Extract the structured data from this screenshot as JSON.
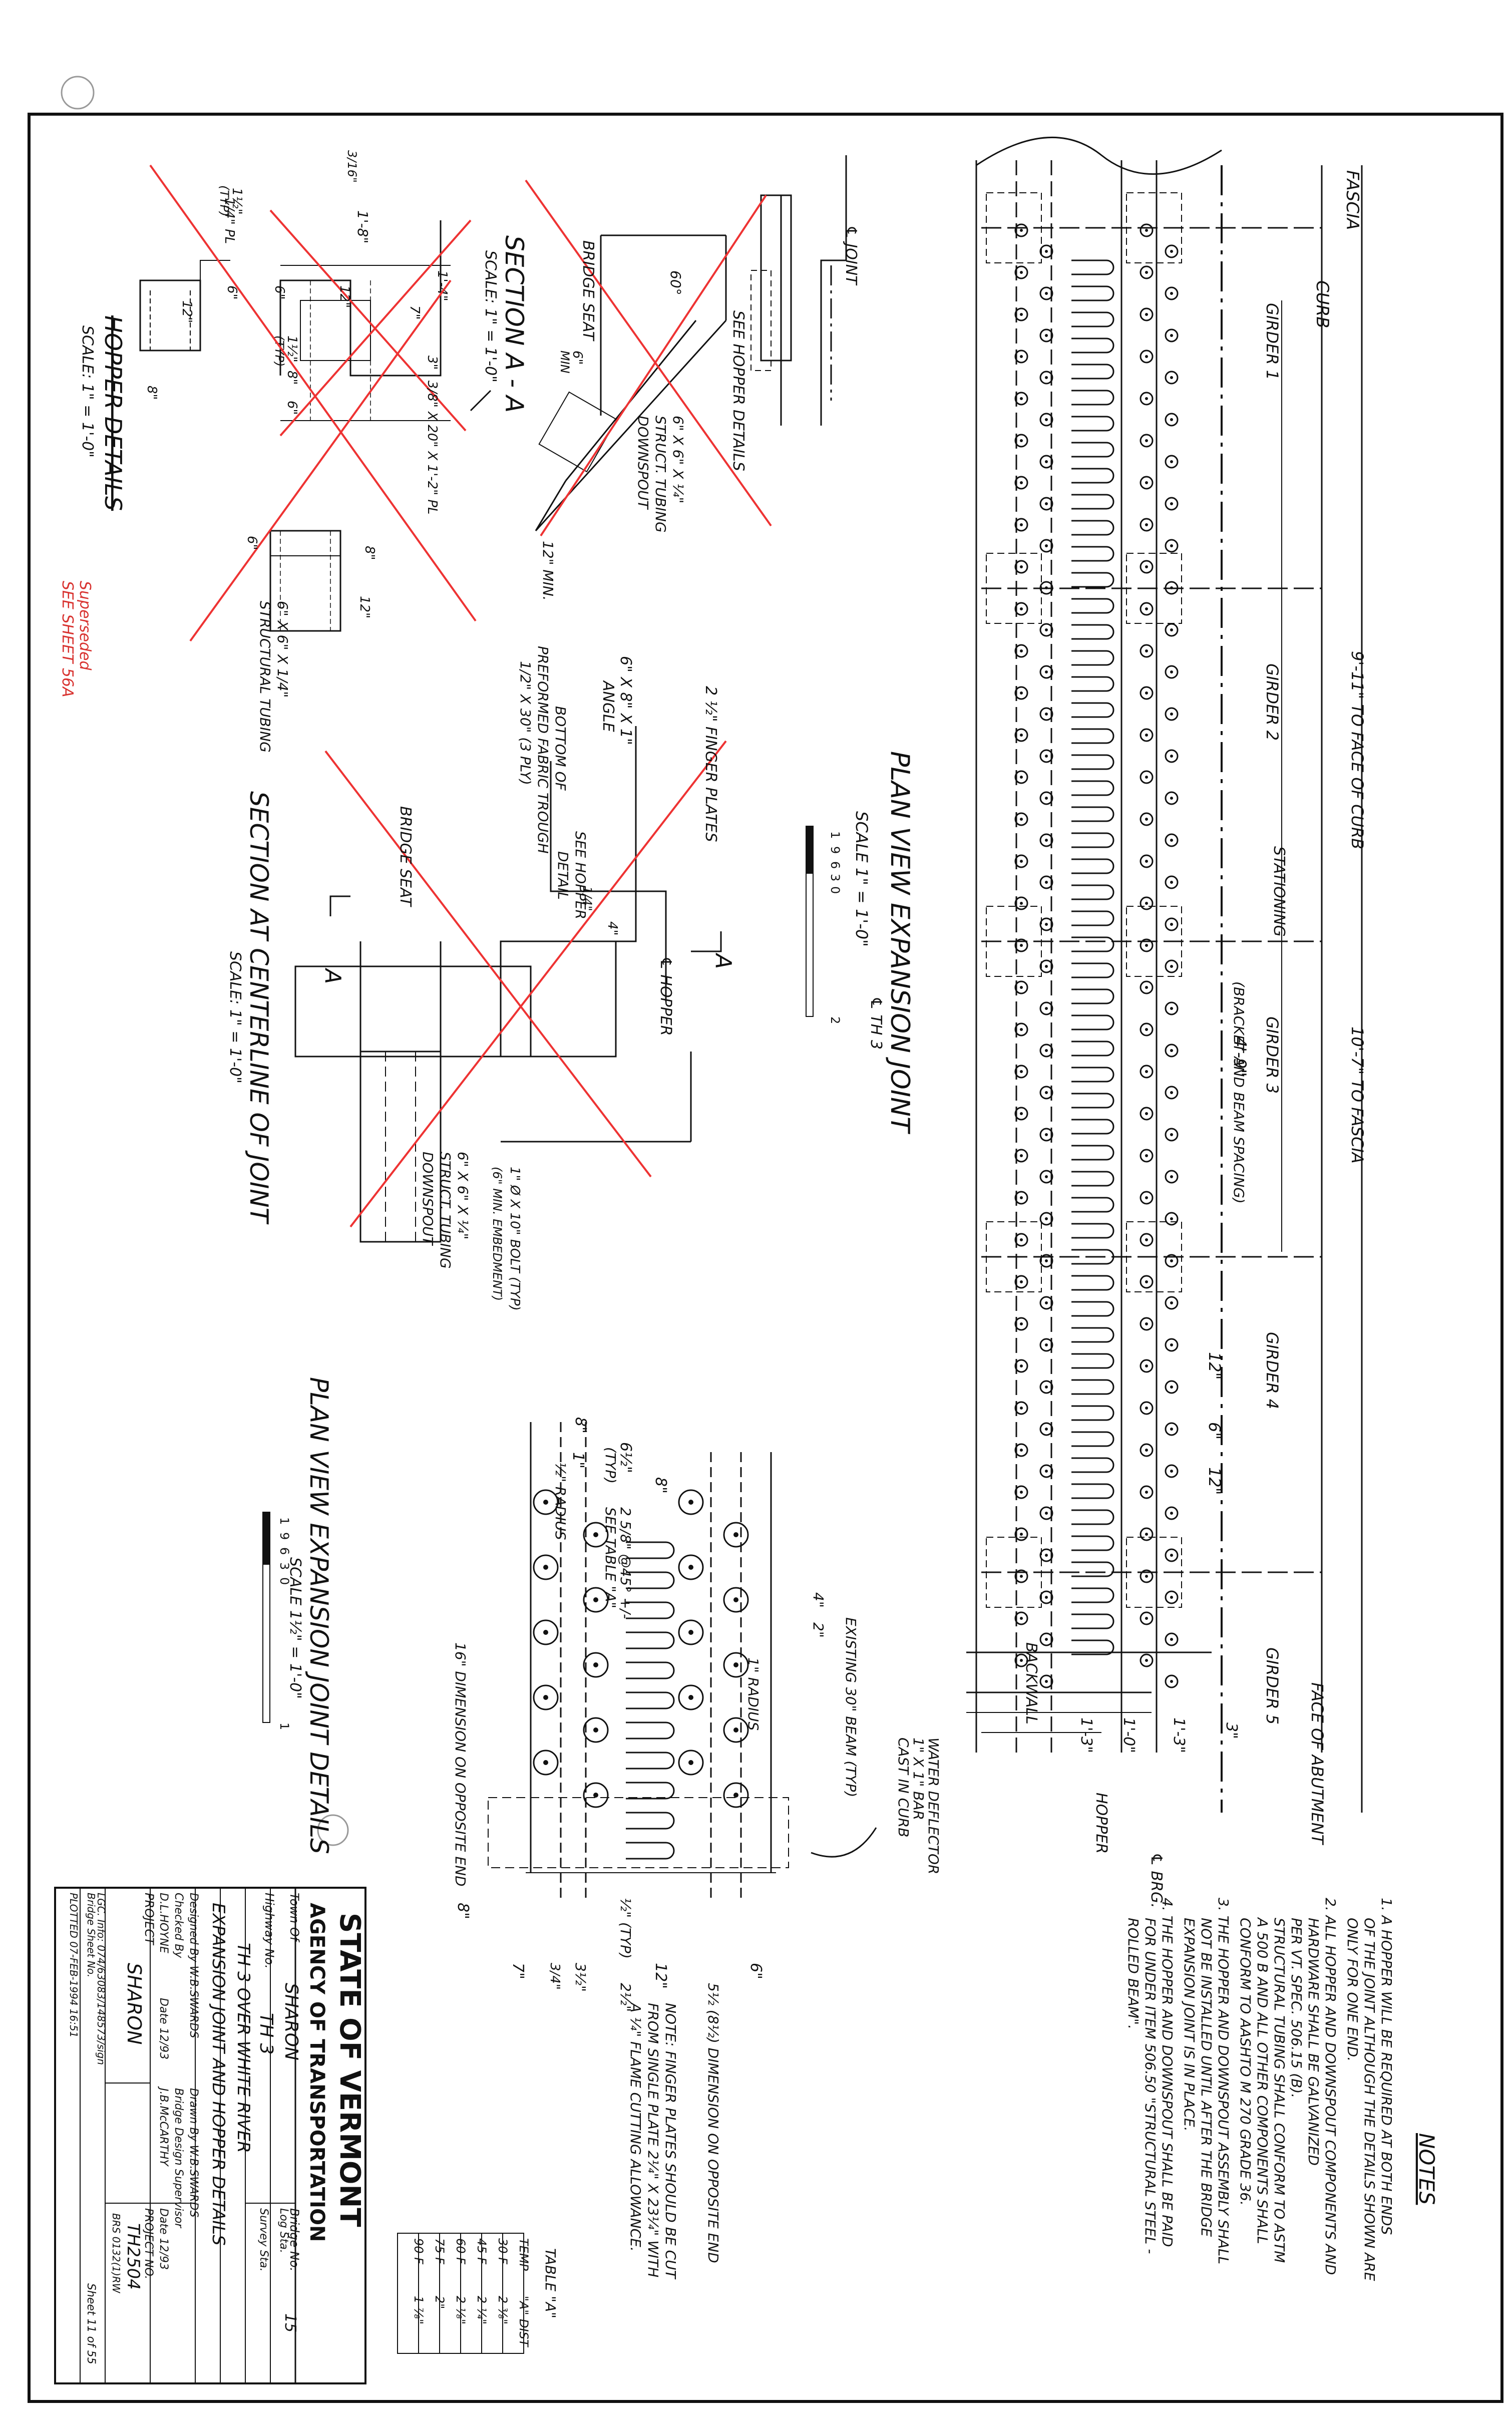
{
  "notes": {
    "title": "NOTES",
    "items": [
      [
        "1. A HOPPER WILL BE REQUIRED AT BOTH ENDS",
        "OF THE JOINT ALTHOUGH THE DETAILS SHOWN ARE",
        "ONLY FOR ONE END."
      ],
      [
        "2. ALL HOPPER AND DOWNSPOUT COMPONENTS AND",
        "HARDWARE SHALL BE GALVANIZED",
        "PER VT. SPEC. 506.15 (B).",
        "STRUCTURAL TUBING SHALL CONFORM TO ASTM",
        "A 500 B AND ALL OTHER COMPONENTS SHALL",
        "CONFORM TO AASHTO M 270 GRADE 36."
      ],
      [
        "3. THE HOPPER AND DOWNSPOUT ASSEMBLY SHALL",
        "NOT BE INSTALLED UNTIL AFTER THE BRIDGE",
        "EXPANSION JOINT IS IN PLACE."
      ],
      [
        "4. THE HOPPER AND DOWNSPOUT SHALL BE PAID",
        "FOR UNDER ITEM 506.50 \"STRUCTURAL STEEL -",
        "ROLLED BEAM\"."
      ]
    ]
  },
  "plan": {
    "title": "PLAN VIEW EXPANSION JOINT",
    "scale": "SCALE 1\" = 1'-0\"",
    "bar_labels": [
      "1",
      "9",
      "6",
      "3",
      "0",
      "2"
    ],
    "girders": [
      "GIRDER 1",
      "GIRDER 2",
      "GIRDER 3",
      "GIRDER 4",
      "GIRDER 5"
    ],
    "fascia": "FASCIA",
    "curb": "CURB",
    "dim_curb": "9'-11\" TO FACE OF CURB",
    "dim_fascia": "10'-7\" TO FASCIA",
    "stationing": "STATIONING",
    "cl_th3": "℄ TH 3",
    "spacing": "4'-9\"",
    "spacing_note": "(BRACKET AND BEAM SPACING)",
    "dim_12a": "12\"",
    "dim_6": "6\"",
    "dim_12b": "12\"",
    "backwall": "BACKWALL",
    "face_abut": "FACE OF ABUTMENT",
    "d1": "1'-3\"",
    "d2": "1'-0\"",
    "d3": "1'-3\"",
    "d4": "3\"",
    "hopper": "HOPPER",
    "brg": "℄ BRG."
  },
  "detail": {
    "title": "PLAN VIEW EXPANSION JOINT DETAILS",
    "scale": "SCALE 1½\" = 1'-0\"",
    "bar_labels": [
      "1",
      "9",
      "6",
      "3",
      "0",
      "1"
    ],
    "d_8": "8\"",
    "d_1": "1\"",
    "d_612": "6½\"",
    "d_typ": "(TYP)",
    "r_half": "½\" RADIUS",
    "angle": "2 5/8\" @45° +/-",
    "see_table": "SEE TABLE \"A\"",
    "d_8b": "8\"",
    "d_4": "4\"",
    "d_2": "2\"",
    "r_one": "1\" RADIUS",
    "existing": "EXISTING 30\" BEAM (TYP)",
    "deflector1": "WATER DEFLECTOR",
    "deflector2": "1\" X 1\" BAR",
    "deflector3": "CAST IN CURB",
    "dim_opp": "16\" DIMENSION ON OPPOSITE END",
    "d_8c": "8\"",
    "d_7": "7\"",
    "d_34": "3/4\"",
    "d_312": "3½\"",
    "d_12": "12\"",
    "d_6": "6\"",
    "d_half": "½\" (TYP)",
    "d_212": "2½\"",
    "dim_opp2": "5½ (8½) DIMENSION ON OPPOSITE END",
    "note1": "NOTE: FINGER PLATES SHOULD BE CUT",
    "note2": "FROM SINGLE PLATE 2¼\" X 23¼\" WITH",
    "note3": "A ¼\" FLAME CUTTING ALLOWANCE."
  },
  "table_a": {
    "title": "TABLE \"A\"",
    "headers": [
      "TEMP",
      "\"A\" DIST"
    ],
    "rows": [
      [
        "30 F",
        "2 ⅜\""
      ],
      [
        "45 F",
        "2 ¼\""
      ],
      [
        "60 F",
        "2 ⅛\""
      ],
      [
        "75 F",
        "2\""
      ],
      [
        "90 F",
        "1 ⅞\""
      ]
    ]
  },
  "section_cl": {
    "title": "SECTION AT CENTERLINE OF JOINT",
    "scale": "SCALE: 1\" = 1'-0\"",
    "finger": "2 ½\" FINGER PLATES",
    "hopper": "℄ HOPPER",
    "angle1": "6\" X 8\" X 1\"",
    "angle2": "ANGLE",
    "fabric1": "BOTTOM OF",
    "fabric2": "PREFORMED FABRIC TROUGH",
    "fabric3": "1/2\" X 30\" (3 PLY)",
    "see1": "SEE HOPPER",
    "see2": "DETAIL",
    "seat": "BRIDGE SEAT",
    "bolt1": "1\" Ø X 10\" BOLT (TYP)",
    "bolt2": "(6\" MIN. EMBEDMENT)",
    "tube1": "6\" X 6\" X ¼\"",
    "tube2": "STRUCT. TUBING",
    "tube3": "DOWNSPOUT",
    "a_top": "A",
    "a_bot": "A",
    "d_quarter": "1/4\"",
    "d_4": "4\""
  },
  "section_top": {
    "joint": "℄ JOINT",
    "see_hopper": "SEE HOPPER DETAILS",
    "seat": "BRIDGE SEAT",
    "deg": "60°",
    "min6": "6\"",
    "min6b": "MIN",
    "tube1": "6\" X 6\" X ¼\"",
    "tube2": "STRUCT. TUBING",
    "tube3": "DOWNSPOUT",
    "min12": "12\" MIN."
  },
  "section_aa": {
    "title": "SECTION A - A",
    "scale": "SCALE: 1\" = 1'-0\"",
    "d_316": "3/16\"",
    "d_18": "1'-8\"",
    "d_112": "1½\"",
    "d_typ": "(TYP)",
    "d_14": "1'-4\"",
    "d_12": "12\"",
    "d_7": "7\"",
    "d_3": "3\"",
    "plate": "3/8\" X 20\" X 1'-2\" PL",
    "d_6": "6\"",
    "d_112b": "1½\"",
    "d_typb": "(TYP)",
    "d_8a": "8\"",
    "d_6a": "6\""
  },
  "hopper": {
    "title": "HOPPER DETAILS",
    "scale": "SCALE: 1\" = 1'-0\"",
    "plate": "1/4\" PL",
    "d_6": "6\"",
    "d_12": "12\"",
    "d_8": "8\"",
    "d_6b": "6\"",
    "d_8b": "8\"",
    "d_12b": "12\"",
    "tube1": "6\" X 6\" X 1/4\"",
    "tube2": "STRUCTURAL TUBING",
    "red1": "Superseded",
    "red2": "SEE SHEET 56A"
  },
  "titleblock": {
    "state": "STATE OF VERMONT",
    "agency": "AGENCY OF TRANSPORTATION",
    "town_lbl": "Town Of",
    "town": "SHARON",
    "bridge_lbl": "Bridge No.",
    "bridge": "15",
    "hwy_lbl": "Highway No.",
    "hwy": "TH 3",
    "log_lbl": "Log Sta.",
    "survey_lbl": "Survey Sta.",
    "route": "TH 3 OVER WHITE RIVER",
    "sheet_title": "EXPANSION JOINT AND HOPPER DETAILS",
    "designed": "Designed By W.B.SWARDS",
    "drawn": "Drawn By W.B.SWARDS",
    "checked": "Checked By",
    "designer": "Bridge Design Supervisor",
    "checker": "D.L.HOYNE",
    "date1": "Date 12/93",
    "super": "J.B.McCARTHY",
    "date2": "Date 12/93",
    "project_lbl": "PROJECT",
    "project": "SHARON",
    "proj_no_lbl": "PROJECT NO.",
    "proj_no": "TH2504",
    "proj_no2": "BRS 0132(1)RW",
    "lgc": "LGC. Info: 074/63083/148573/sign",
    "bsn": "Bridge Sheet No.",
    "plotted": "PLOTTED 07-FEB-1994 16:51",
    "sheet": "Sheet 11 of 55"
  }
}
